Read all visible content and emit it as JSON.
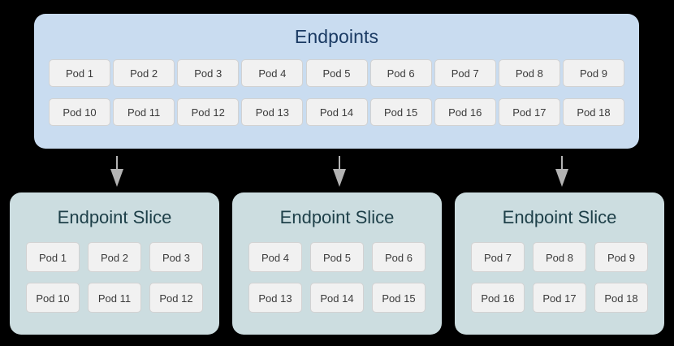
{
  "colors": {
    "page_background": "#000000",
    "endpoints_panel_bg": "#c9dcf0",
    "endpoints_title_color": "#1a3a63",
    "slice_panel_bg": "#ccdde0",
    "slice_title_color": "#1e4049",
    "pod_chip_bg": "#f1f1f1",
    "pod_chip_border": "#d2d2d2",
    "pod_chip_text": "#3b3b3b",
    "arrow_color": "#b3b3b3"
  },
  "endpoints": {
    "title": "Endpoints",
    "rows": [
      [
        "Pod 1",
        "Pod 2",
        "Pod 3",
        "Pod 4",
        "Pod 5",
        "Pod 6",
        "Pod 7",
        "Pod 8",
        "Pod 9"
      ],
      [
        "Pod 10",
        "Pod 11",
        "Pod 12",
        "Pod 13",
        "Pod 14",
        "Pod 15",
        "Pod 16",
        "Pod 17",
        "Pod 18"
      ]
    ]
  },
  "arrows": [
    {
      "name": "arrow-down-icon-1"
    },
    {
      "name": "arrow-down-icon-2"
    },
    {
      "name": "arrow-down-icon-3"
    }
  ],
  "slices": [
    {
      "title": "Endpoint Slice",
      "rows": [
        [
          "Pod 1",
          "Pod 2",
          "Pod 3"
        ],
        [
          "Pod 10",
          "Pod 11",
          "Pod 12"
        ]
      ]
    },
    {
      "title": "Endpoint Slice",
      "rows": [
        [
          "Pod 4",
          "Pod 5",
          "Pod 6"
        ],
        [
          "Pod 13",
          "Pod 14",
          "Pod 15"
        ]
      ]
    },
    {
      "title": "Endpoint Slice",
      "rows": [
        [
          "Pod 7",
          "Pod 8",
          "Pod 9"
        ],
        [
          "Pod 16",
          "Pod 17",
          "Pod 18"
        ]
      ]
    }
  ]
}
